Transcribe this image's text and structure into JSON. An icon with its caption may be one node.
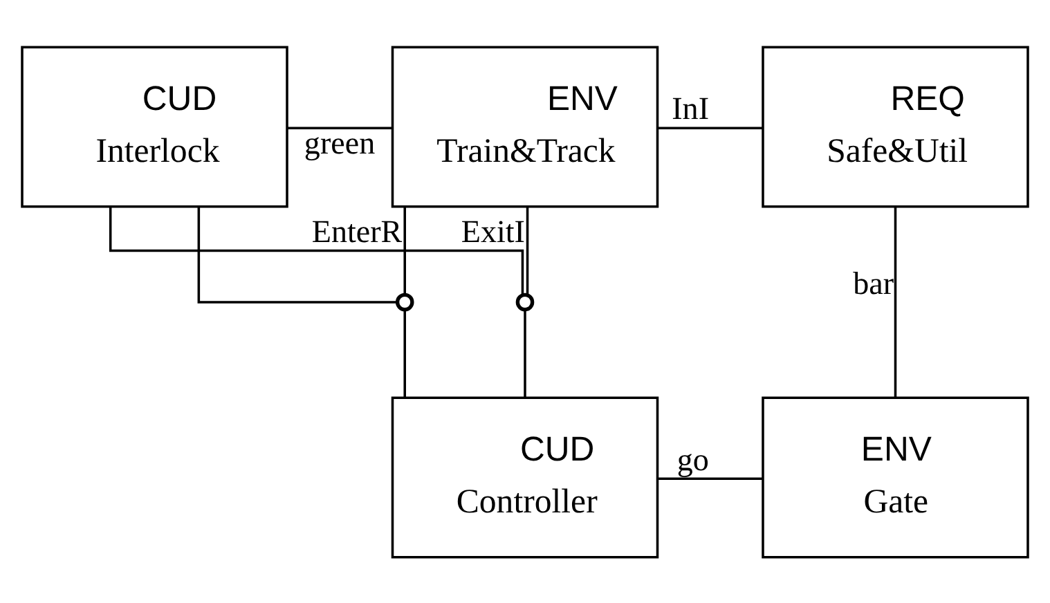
{
  "diagram": {
    "nodes": [
      {
        "text": [
          "CUD",
          "Interlock"
        ]
      },
      {
        "text": [
          "ENV",
          "Train&Track"
        ]
      },
      {
        "text": [
          "REQ",
          "Safe&Util"
        ]
      },
      {
        "text": [
          "CUD",
          "Controller"
        ]
      },
      {
        "text": [
          "ENV",
          "Gate"
        ]
      },
      {
        "text": [],
        "shape": "circle"
      },
      {
        "text": [],
        "shape": "circle"
      }
    ],
    "edges": [
      {
        "from": 0,
        "to": 1,
        "arrow": "none",
        "label": "green"
      },
      {
        "from": 1,
        "to": 2,
        "arrow": "none",
        "label": "InI"
      },
      {
        "from": 1,
        "to": 5,
        "arrow": "none",
        "label": "EnterR"
      },
      {
        "from": 5,
        "to": 3,
        "arrow": "none"
      },
      {
        "from": 0,
        "to": 5,
        "arrow": "none"
      },
      {
        "from": 1,
        "to": 6,
        "arrow": "none",
        "label": "ExitI"
      },
      {
        "from": 6,
        "to": 3,
        "arrow": "none"
      },
      {
        "from": 0,
        "to": 6,
        "arrow": "none"
      },
      {
        "from": 2,
        "to": 4,
        "arrow": "none",
        "label": "bar"
      },
      {
        "from": 3,
        "to": 4,
        "arrow": "none",
        "label": "go"
      }
    ]
  }
}
